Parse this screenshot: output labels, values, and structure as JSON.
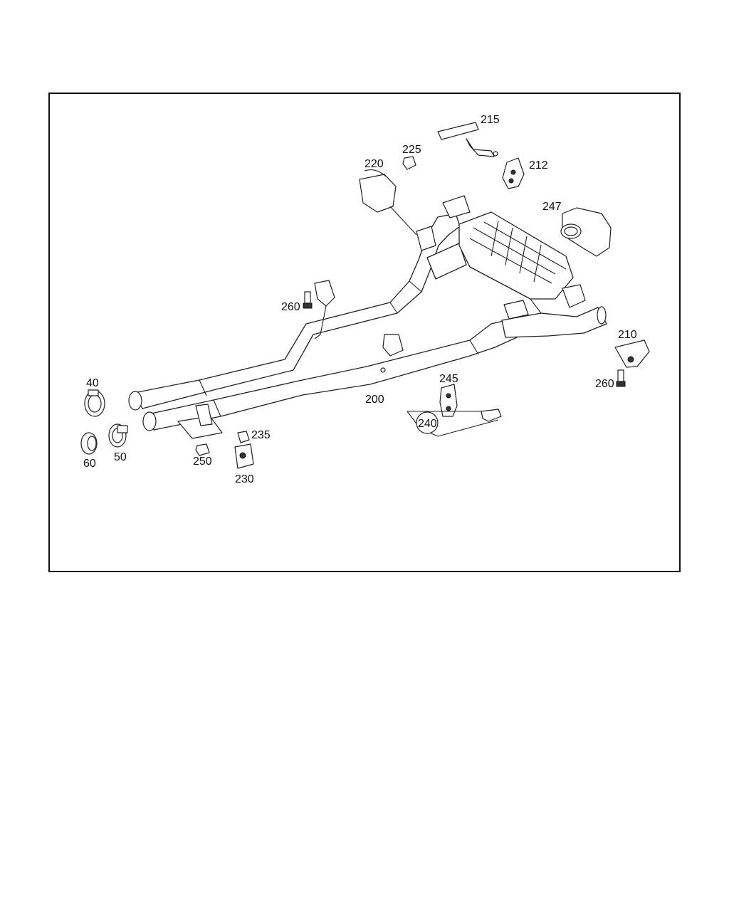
{
  "diagram": {
    "labels": {
      "p40": "40",
      "p50": "50",
      "p60": "60",
      "p200": "200",
      "p210": "210",
      "p212": "212",
      "p215": "215",
      "p220": "220",
      "p225": "225",
      "p230": "230",
      "p235": "235",
      "p240": "240",
      "p245": "245",
      "p247": "247",
      "p250": "250",
      "p260a": "260",
      "p260b": "260"
    }
  }
}
